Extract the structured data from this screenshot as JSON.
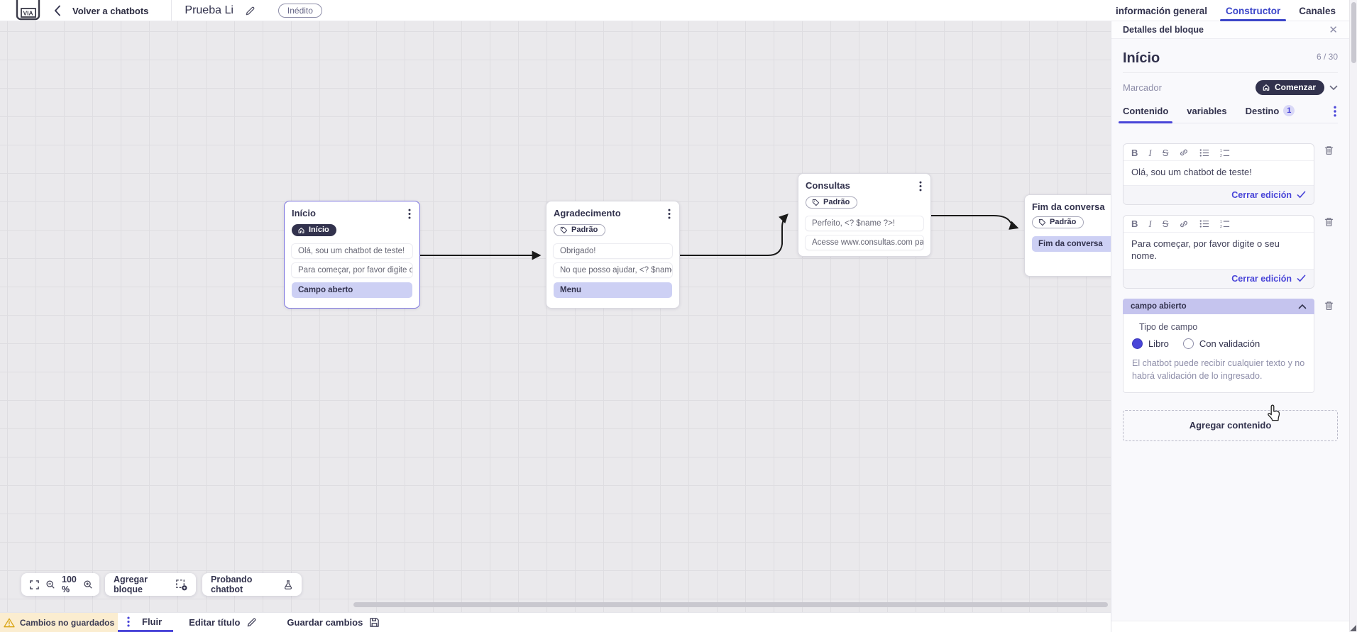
{
  "accent_color": "#4945d8",
  "icons": {
    "bold": "B",
    "italic": "I",
    "strikethrough": "S",
    "close": "✕"
  },
  "header": {
    "logo_text": "VIA",
    "back_label": "Volver a chatbots",
    "title": "Prueba Li",
    "status_badge": "Inédito",
    "nav_tabs": [
      {
        "label": "información general",
        "active": false
      },
      {
        "label": "Constructor",
        "active": true
      },
      {
        "label": "Canales",
        "active": false
      }
    ]
  },
  "canvas": {
    "zoom_level": "100 %",
    "toolbar": {
      "add_block_label": "Agregar bloque",
      "test_chatbot_label": "Probando chatbot"
    },
    "nodes": [
      {
        "title": "Início",
        "badge": "Início",
        "items": [
          {
            "text": "Olá, sou um chatbot de teste!",
            "type": "message"
          },
          {
            "text": "Para começar, por favor digite o ...",
            "type": "message"
          },
          {
            "text": "Campo aberto",
            "type": "action"
          }
        ]
      },
      {
        "title": "Agradecimento",
        "badge": "Padrão",
        "items": [
          {
            "text": "Obrigado!",
            "type": "message"
          },
          {
            "text": "No que posso ajudar, <? $name ...",
            "type": "message"
          },
          {
            "text": "Menu",
            "type": "action"
          }
        ]
      },
      {
        "title": "Consultas",
        "badge": "Padrão",
        "items": [
          {
            "text": "Perfeito, <? $name ?>!",
            "type": "message"
          },
          {
            "text": "Acesse www.consultas.com par...",
            "type": "message"
          }
        ]
      },
      {
        "title": "Fim da conversa",
        "badge": "Padrão",
        "items": [
          {
            "text": "Fim da conversa",
            "type": "action"
          }
        ]
      }
    ]
  },
  "panel": {
    "header": "Detalles del bloque",
    "block_title": "Início",
    "char_counter": "6 / 30",
    "marker_label": "Marcador",
    "marker_value": "Comenzar",
    "tabs": [
      {
        "label": "Contenido",
        "active": true
      },
      {
        "label": "variables",
        "active": false
      },
      {
        "label": "Destino",
        "active": false,
        "badge": "1"
      }
    ],
    "editors": [
      {
        "text": "Olá, sou um chatbot de teste!",
        "close_label": "Cerrar edición"
      },
      {
        "text": "Para começar, por favor digite o seu nome.",
        "close_label": "Cerrar edición"
      }
    ],
    "accordion": {
      "title": "campo abierto",
      "field_type_label": "Tipo de campo",
      "options": [
        {
          "label": "Libro",
          "selected": true
        },
        {
          "label": "Con validación",
          "selected": false
        }
      ],
      "description": "El chatbot puede recibir cualquier texto y no habrá validación de lo ingresado."
    },
    "add_content_label": "Agregar contenido"
  },
  "footer": {
    "unsaved_label": "Cambios no guardados",
    "flow_tab_label": "Fluir",
    "edit_title_label": "Editar título",
    "save_label": "Guardar cambios"
  }
}
